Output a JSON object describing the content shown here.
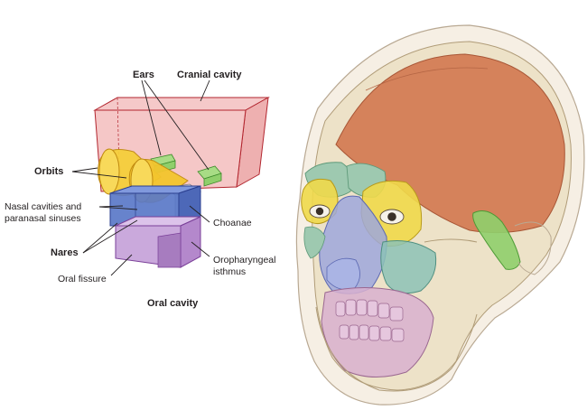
{
  "labels": {
    "ears": "Ears",
    "cranial_cavity": "Cranial cavity",
    "orbits": "Orbits",
    "nasal_line1": "Nasal cavities and",
    "nasal_line2": "paranasal sinuses",
    "choanae": "Choanae",
    "nares": "Nares",
    "oral_fissure": "Oral fissure",
    "oropharyngeal_line1": "Oropharyngeal",
    "oropharyngeal_line2": "isthmus",
    "oral_cavity": "Oral cavity"
  },
  "colors": {
    "cranial": "#e9a3a3",
    "cranial_edge": "#b2252e",
    "orbit": "#f3c52d",
    "ear": "#8fcf6b",
    "nasal": "#5a78c8",
    "nasal_edge": "#2b3f8f",
    "oral": "#c6a2d9",
    "oral_edge": "#7a3f98",
    "choanae": "#cfcfd6",
    "bone": "#ede2c8",
    "brain": "#d2784f",
    "sinus": "#9ec9b0"
  }
}
